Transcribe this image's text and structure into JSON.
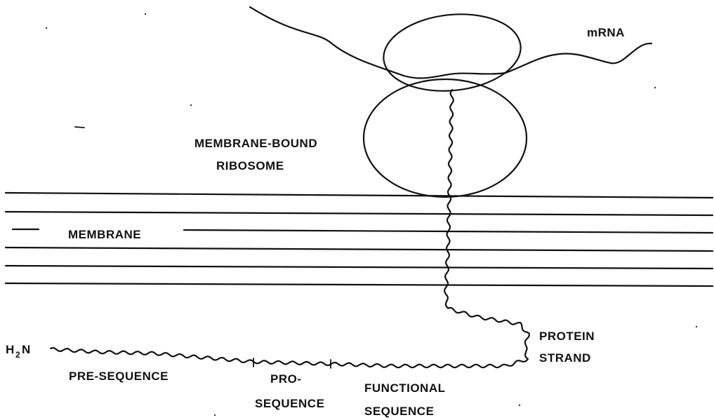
{
  "labels": {
    "mrna": "mRNA",
    "ribosome_line1": "MEMBRANE-BOUND",
    "ribosome_line2": "RIBOSOME",
    "membrane": "MEMBRANE",
    "protein_line1": "PROTEIN",
    "protein_line2": "STRAND",
    "h2n_h": "H",
    "h2n_sub": "2",
    "h2n_n": "N",
    "presequence": "PRE-SEQUENCE",
    "pro_line1": "PRO-",
    "pro_line2": "SEQUENCE",
    "functional_line1": "FUNCTIONAL",
    "functional_line2": "SEQUENCE"
  },
  "colors": {
    "ink": "#111111",
    "background": "#ffffff"
  }
}
